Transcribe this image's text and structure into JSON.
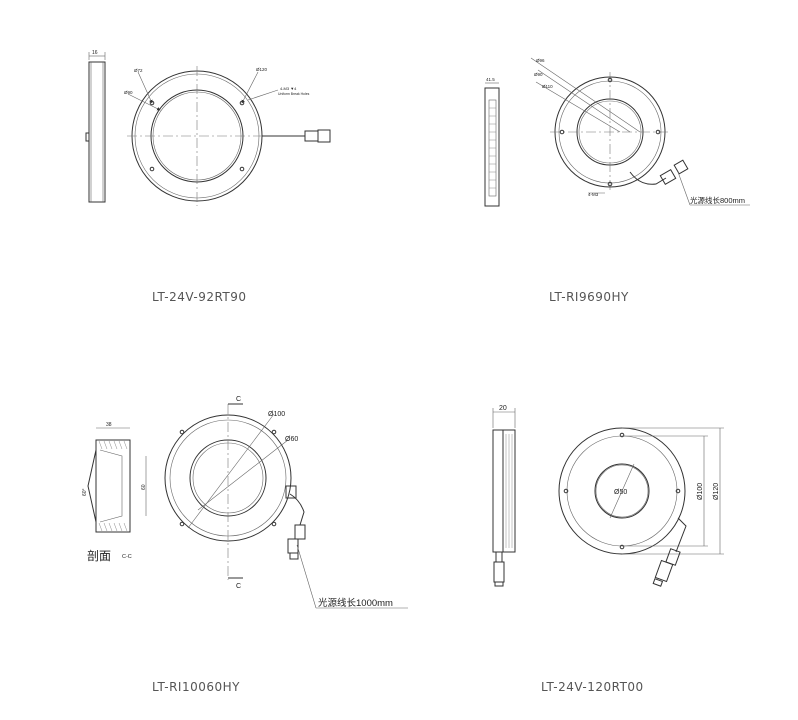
{
  "products": [
    {
      "model": "LT-24V-92RT90",
      "dims": {
        "thickness": "16",
        "d1": "Ø72",
        "d2": "Ø90",
        "d3": "Ø120",
        "holes": "4-M3 ▼4",
        "holes_note": "Uniform Break Holes"
      }
    },
    {
      "model": "LT-RI9690HY",
      "dims": {
        "thickness": "41.5",
        "d1": "Ø96",
        "d2": "Ø90",
        "d3": "Ø110",
        "pitch": "4-M3",
        "cable": "光源线长800mm"
      }
    },
    {
      "model": "LT-RI10060HY",
      "dims": {
        "width": "38",
        "height": "60",
        "angle": "60°",
        "d_outer": "Ø100",
        "d_inner": "Ø60",
        "cable": "光源线长1000mm"
      },
      "section_label": "剖面",
      "section_code": "C-C",
      "cut_mark": "C"
    },
    {
      "model": "LT-24V-120RT00",
      "dims": {
        "thickness": "20",
        "d_inner": "Ø50",
        "d_mid": "Ø100",
        "d_outer": "Ø120"
      }
    }
  ],
  "colors": {
    "line": "#333333",
    "text": "#555555",
    "background": "#ffffff"
  }
}
